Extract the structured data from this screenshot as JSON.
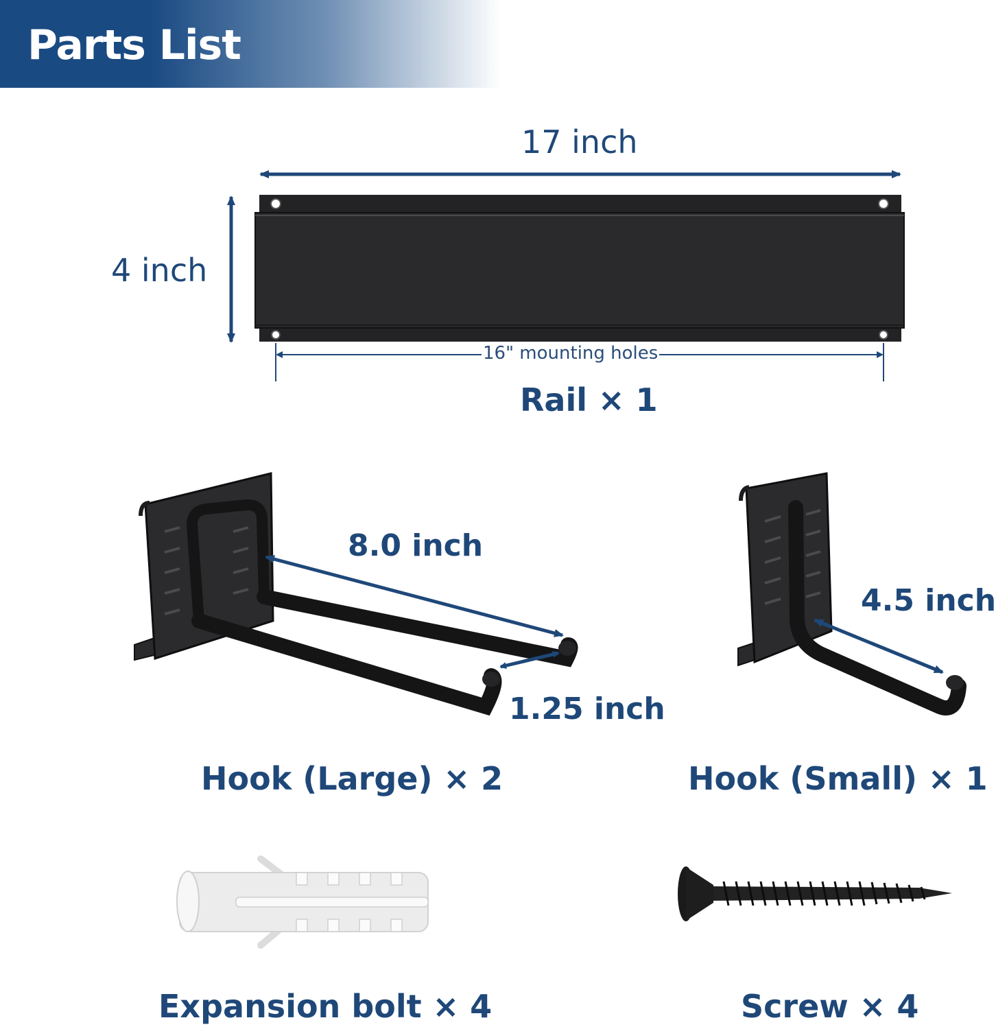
{
  "header": {
    "title": "Parts List"
  },
  "rail": {
    "width_label": "17 inch",
    "height_label": "4 inch",
    "holes_label": "16\" mounting holes",
    "name_label": "Rail × 1"
  },
  "hook_large": {
    "length_label": "8.0 inch",
    "spacing_label": "1.25 inch",
    "name_label": "Hook (Large) × 2"
  },
  "hook_small": {
    "length_label": "4.5 inch",
    "name_label": "Hook (Small) × 1"
  },
  "bolt": {
    "name_label": "Expansion bolt × 4"
  },
  "screw": {
    "name_label": "Screw × 4"
  },
  "colors": {
    "accent": "#1f4879",
    "band": "#1a4a82",
    "metal": "#1c1c1e"
  }
}
